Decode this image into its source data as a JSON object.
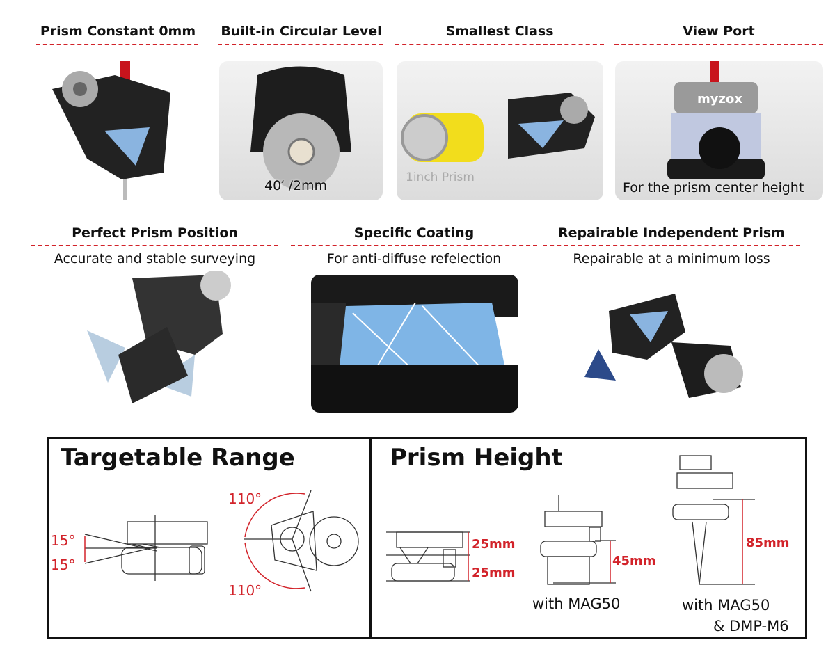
{
  "row1": [
    {
      "title": "Prism Constant 0mm",
      "caption": ""
    },
    {
      "title": "Built-in Circular Level",
      "caption": "40′ /2mm"
    },
    {
      "title": "Smallest Class",
      "caption": "1inch Prism"
    },
    {
      "title": "View Port",
      "caption": "For the prism center height",
      "brand": "myzox"
    }
  ],
  "row2": [
    {
      "title": "Perfect Prism Position",
      "subtitle": "Accurate and stable surveying"
    },
    {
      "title": "Specific Coating",
      "subtitle": "For anti-diffuse refelection"
    },
    {
      "title": "Repairable Independent Prism",
      "subtitle": "Repairable at a minimum loss"
    }
  ],
  "targetable": {
    "title": "Targetable Range",
    "vertical_up": "15°",
    "vertical_down": "15°",
    "horizontal_left": "110°",
    "horizontal_right": "110°"
  },
  "height": {
    "title": "Prism Height",
    "a1": "25mm",
    "a2": "25mm",
    "b": "45mm",
    "b_label": "with MAG50",
    "c": "85mm",
    "c_label1": "with MAG50",
    "c_label2": "& DMP-M6"
  },
  "colors": {
    "accent": "#d2232a"
  }
}
